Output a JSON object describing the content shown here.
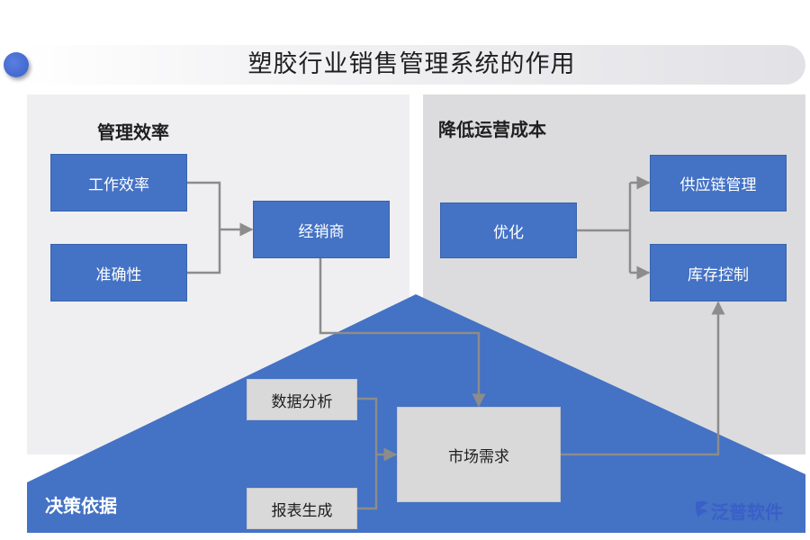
{
  "title": "塑胶行业销售管理系统的作用",
  "sections": {
    "left_heading": "管理效率",
    "right_heading": "降低运营成本",
    "bottom_heading": "决策依据"
  },
  "boxes": {
    "work_efficiency": "工作效率",
    "accuracy": "准确性",
    "distributor": "经销商",
    "optimize": "优化",
    "supply_chain": "供应链管理",
    "inventory": "库存控制",
    "data_analysis": "数据分析",
    "report": "报表生成",
    "market_demand": "市场需求"
  },
  "watermark": "泛普软件",
  "colors": {
    "accent_blue": "#4472c4",
    "connector_grey": "#8c8c8c"
  }
}
